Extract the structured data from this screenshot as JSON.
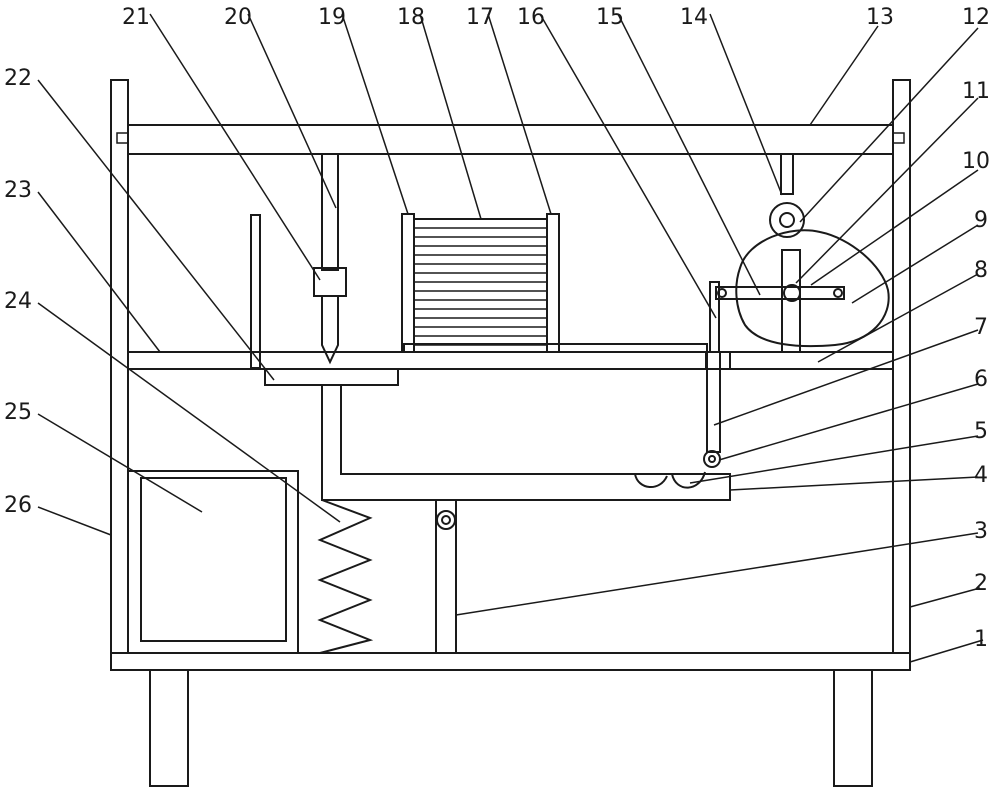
{
  "labels": [
    "1",
    "2",
    "3",
    "4",
    "5",
    "6",
    "7",
    "8",
    "9",
    "10",
    "11",
    "12",
    "13",
    "14",
    "15",
    "16",
    "17",
    "18",
    "19",
    "20",
    "21",
    "22",
    "23",
    "24",
    "25",
    "26"
  ],
  "colors": {
    "stroke": "#1a1a1a",
    "background": "#ffffff"
  }
}
